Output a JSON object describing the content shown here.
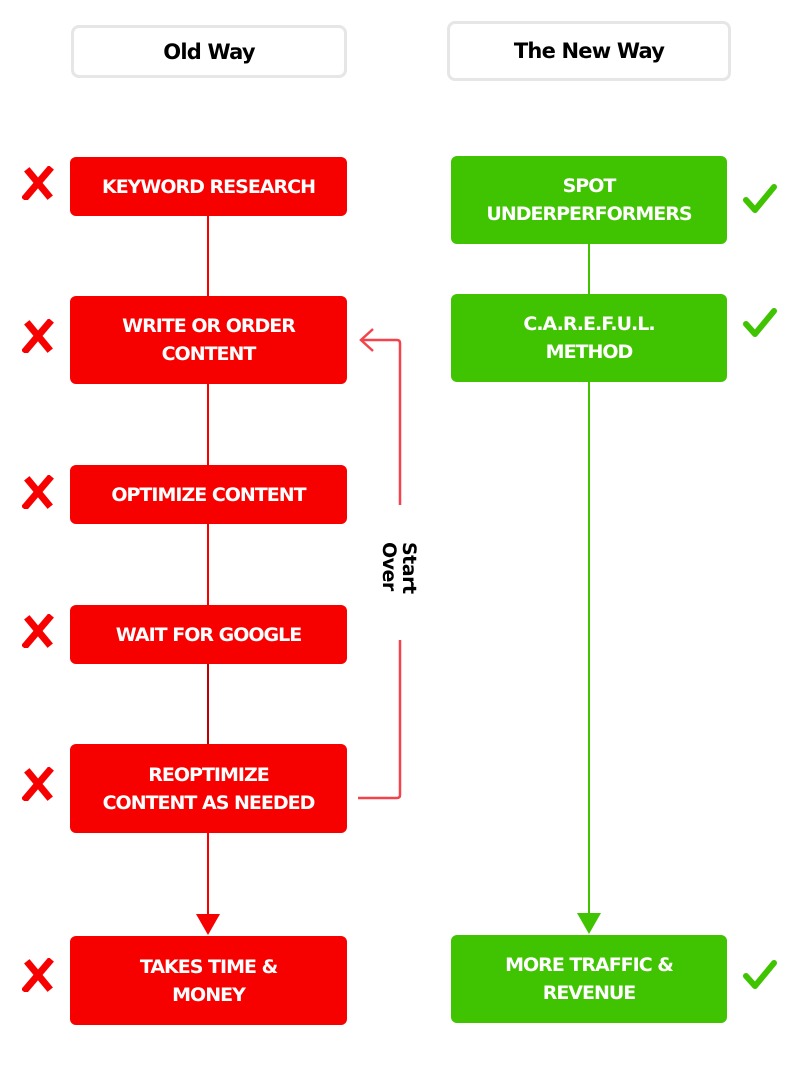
{
  "headers": {
    "old": "Old Way",
    "new": "The New Way"
  },
  "old_way": {
    "color": "#f70000",
    "marker_icon": "cross-icon",
    "steps": [
      "KEYWORD RESEARCH",
      "WRITE OR ORDER\nCONTENT",
      "OPTIMIZE CONTENT",
      "WAIT FOR GOOGLE",
      "REOPTIMIZE\nCONTENT AS NEEDED",
      "TAKES TIME &\nMONEY"
    ],
    "loop_label": "Start\nOver"
  },
  "new_way": {
    "color": "#40c402",
    "marker_icon": "checkmark-icon",
    "steps": [
      "SPOT\nUNDERPERFORMERS",
      "C.A.R.E.F.U.L.\nMETHOD",
      "MORE TRAFFIC &\nREVENUE"
    ]
  }
}
